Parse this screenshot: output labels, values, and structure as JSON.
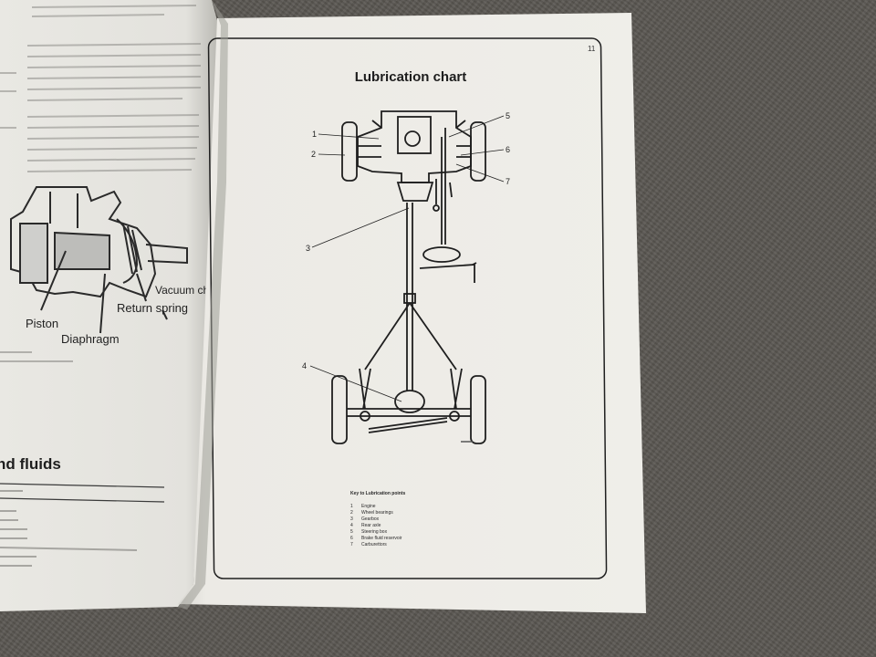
{
  "left_page": {
    "diagram_labels": {
      "piston": "Piston",
      "diaphragm": "Diaphragm",
      "return_spring": "Return spring",
      "vacuum_chamber": "Vacuum chamber"
    },
    "section_heading": "nd fluids"
  },
  "right_page": {
    "page_number": "11",
    "title": "Lubrication chart",
    "callouts": [
      "1",
      "2",
      "3",
      "4",
      "5",
      "6",
      "7"
    ],
    "key": {
      "heading": "Key to Lubrication points",
      "items": [
        {
          "num": "1",
          "label": "Engine"
        },
        {
          "num": "2",
          "label": "Wheel bearings"
        },
        {
          "num": "3",
          "label": "Gearbox"
        },
        {
          "num": "4",
          "label": "Rear axle"
        },
        {
          "num": "5",
          "label": "Steering box"
        },
        {
          "num": "6",
          "label": "Brake fluid reservoir"
        },
        {
          "num": "7",
          "label": "Carburettors"
        }
      ]
    }
  },
  "colors": {
    "paper": "#ecebe6",
    "ink": "#1f1f1f",
    "carpet": "#5b5853"
  }
}
